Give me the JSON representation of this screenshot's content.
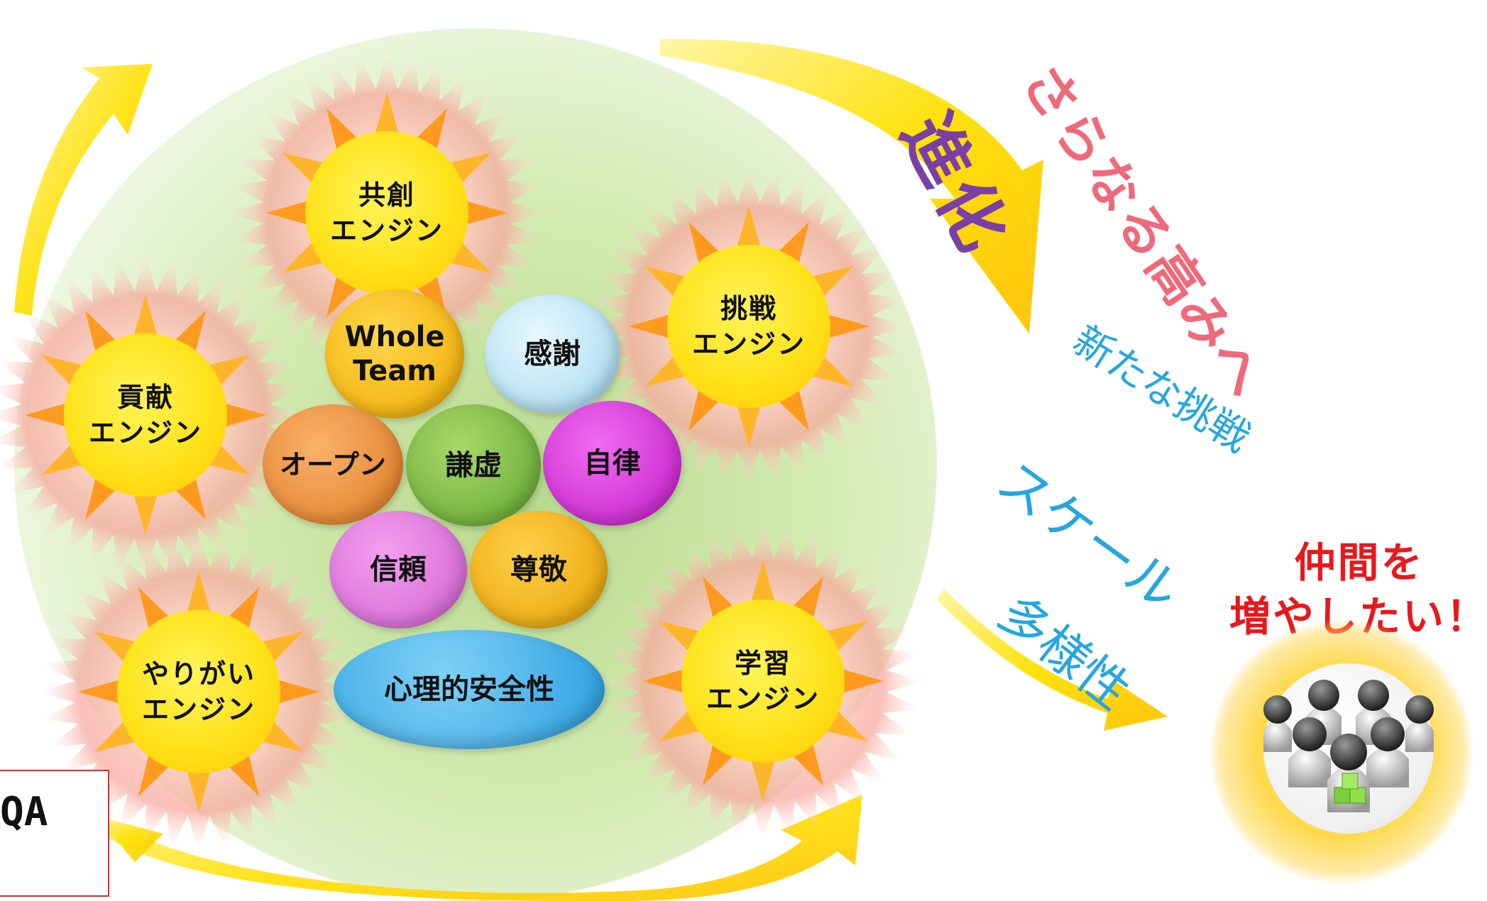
{
  "engines": {
    "kyoso": "共創\nエンジン",
    "kouken": "貢献\nエンジン",
    "chosen": "挑戦\nエンジン",
    "yarigai": "やりがい\nエンジン",
    "gakushu": "学習\nエンジン"
  },
  "values": {
    "whole_team": "Whole\nTeam",
    "kansha": "感謝",
    "open": "オープン",
    "kenkyo": "謙虚",
    "jiritsu": "自律",
    "shinrai": "信頼",
    "sonkei": "尊敬",
    "psych_safety": "心理的安全性"
  },
  "evolution": {
    "shinka": "進化",
    "higher": "さらなる高みへ",
    "challenge": "新たな挑戦",
    "scale": "スケール",
    "diversity": "多様性"
  },
  "goal": {
    "text": "仲間を\n増やしたい！"
  },
  "fragment": {
    "qa": "QA"
  },
  "colors": {
    "sun_core": "#ffe21a",
    "arrow": "#ffd000",
    "shinka": "#7a3fa6",
    "higher": "#ee6a7a",
    "blue_text": "#25a6e0",
    "goal_text": "#e8181c"
  }
}
